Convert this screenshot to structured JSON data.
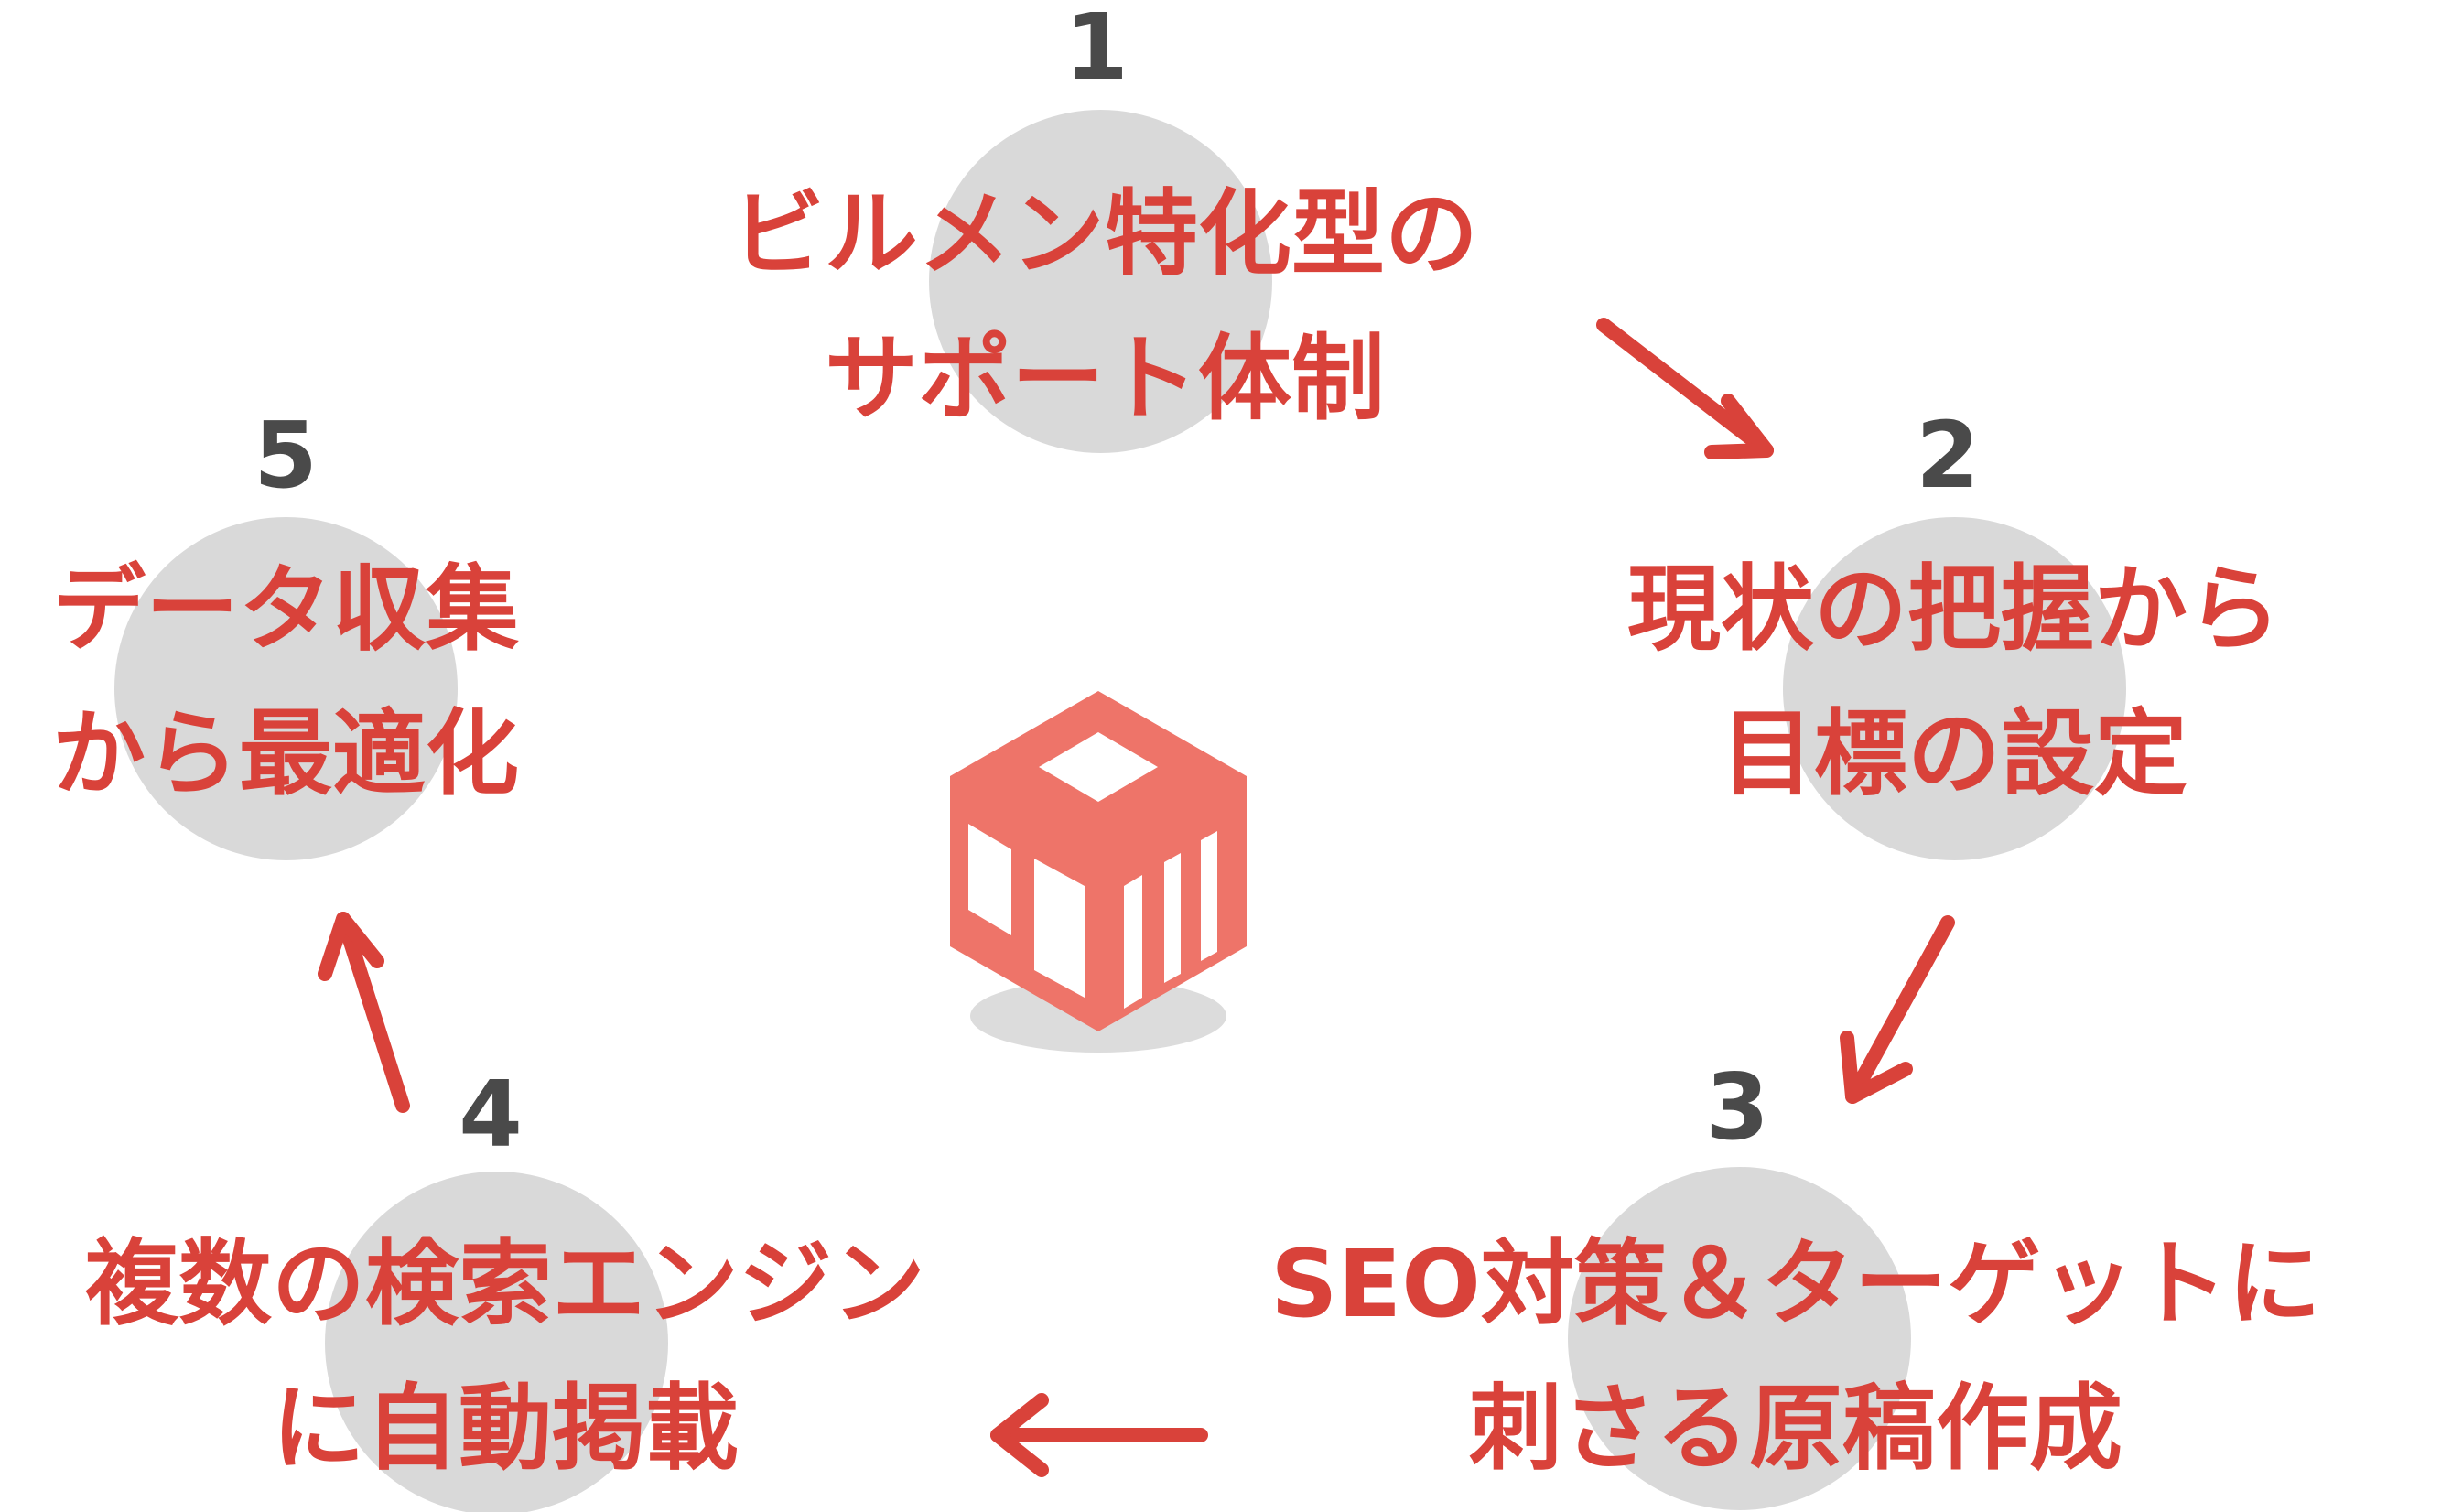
{
  "steps": [
    {
      "number": "1",
      "line1": "ビルメン特化型の",
      "line2": "サポート体制"
    },
    {
      "number": "2",
      "line1": "現状の把握から",
      "line2": "目標の設定"
    },
    {
      "number": "3",
      "line1": "SEO対策＆ターゲットに",
      "line2": "刺さる原稿作成"
    },
    {
      "number": "4",
      "line1": "複数の検索エンジン",
      "line2": "に自動掲載"
    },
    {
      "number": "5",
      "line1": "データ収集",
      "line2": "から最適化"
    }
  ],
  "colors": {
    "accent": "#d9423a",
    "number": "#4a4a4a",
    "circle": "#d9d9d9",
    "logo": "#ee7469",
    "logo_shadow": "#dcdcdc"
  },
  "center_logo": {
    "icon": "cube-logo-icon"
  }
}
